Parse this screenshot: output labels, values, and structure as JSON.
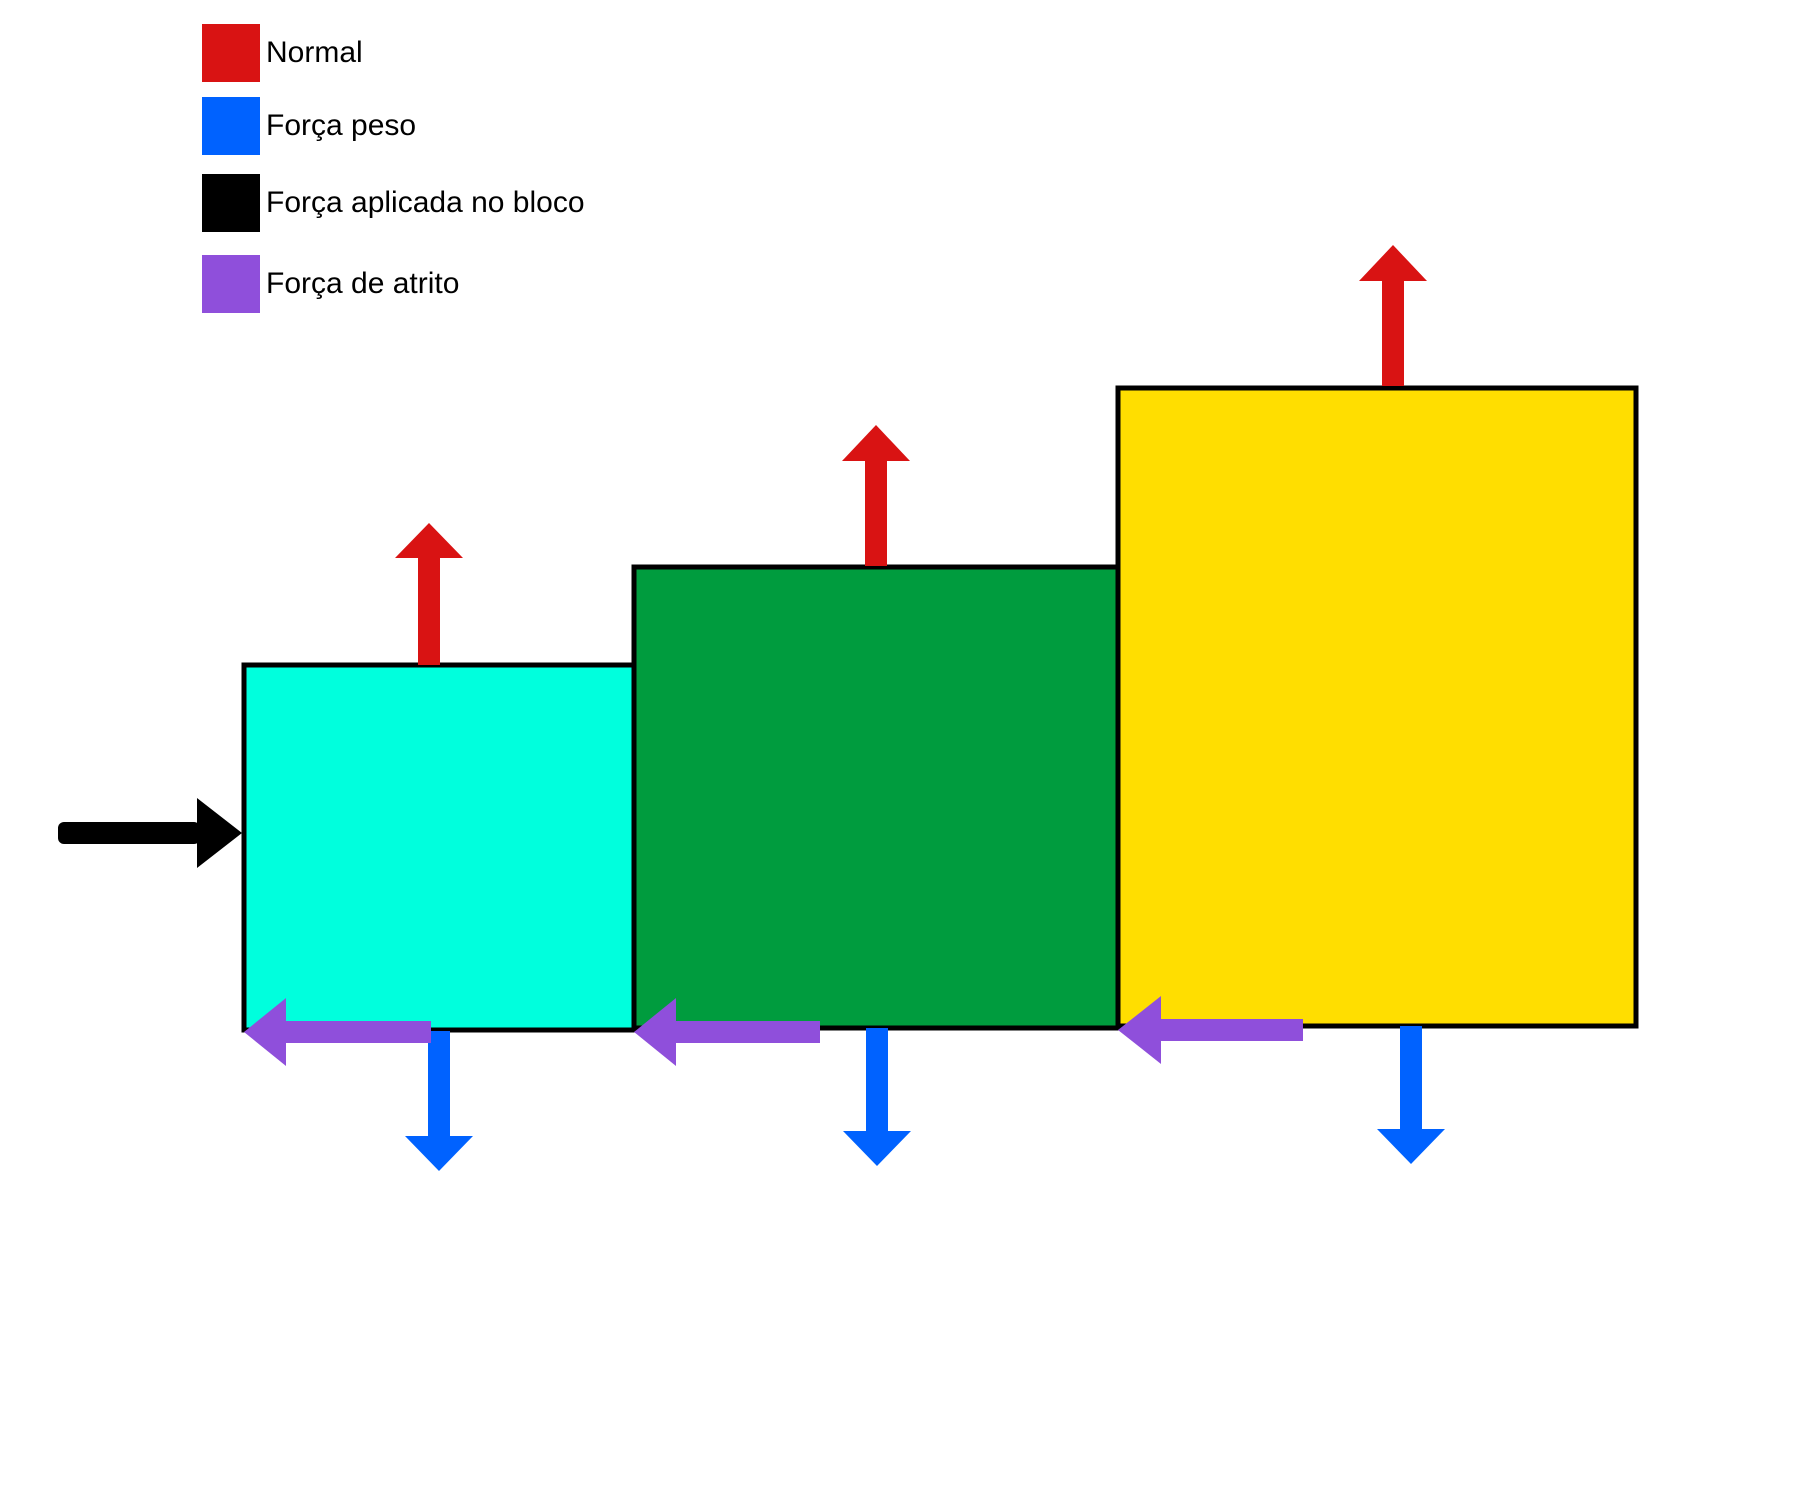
{
  "colors": {
    "normal": "#d91313",
    "peso": "#0062ff",
    "aplicada": "#000000",
    "atrito": "#8f4fdb",
    "block_small": "#00ffdd",
    "block_medium": "#009c3e",
    "block_large": "#ffde00",
    "outline": "#000000"
  },
  "legend": {
    "items": [
      {
        "label": "Normal",
        "color_key": "normal"
      },
      {
        "label": "Força peso",
        "color_key": "peso"
      },
      {
        "label": "Força aplicada no bloco",
        "color_key": "aplicada"
      },
      {
        "label": "Força de atrito",
        "color_key": "atrito"
      }
    ]
  },
  "blocks": [
    {
      "name": "small",
      "color_key": "block_small"
    },
    {
      "name": "medium",
      "color_key": "block_medium"
    },
    {
      "name": "large",
      "color_key": "block_large"
    }
  ],
  "arrows": {
    "normal": {
      "direction": "up",
      "count": 3
    },
    "peso": {
      "direction": "down",
      "count": 3
    },
    "atrito": {
      "direction": "left",
      "count": 3
    },
    "aplicada": {
      "direction": "right",
      "count": 1
    }
  }
}
